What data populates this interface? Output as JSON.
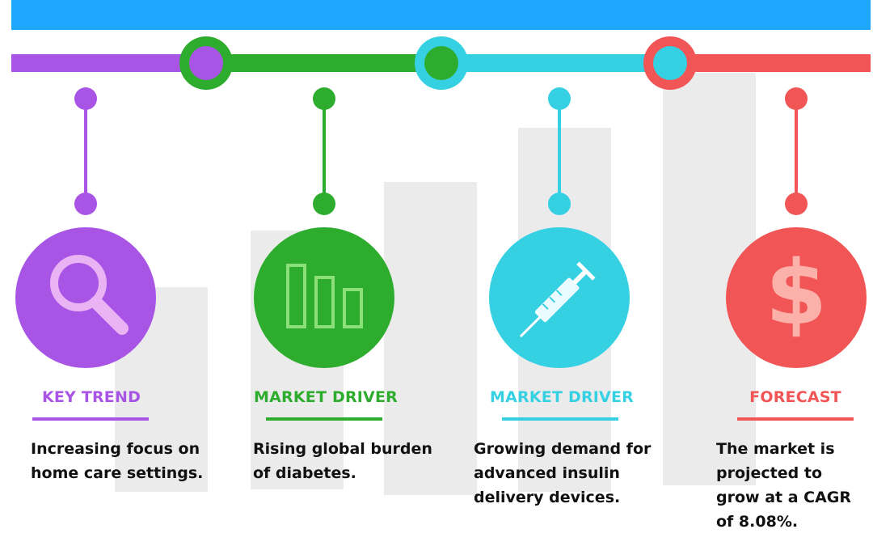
{
  "colors": {
    "header": "#1ea7fd",
    "purple": "#a855e6",
    "green": "#2eac2e",
    "cyan": "#35d1e2",
    "red": "#f15555",
    "bg_bars": "#ebebeb"
  },
  "items": [
    {
      "title": "KEY TREND",
      "icon": "magnifier-icon",
      "color": "#a855e6",
      "text": "Increasing focus on\nhome care settings."
    },
    {
      "title": "MARKET DRIVER",
      "icon": "bar-chart-icon",
      "color": "#2eac2e",
      "text": "Rising global burden\nof diabetes."
    },
    {
      "title": "MARKET DRIVER",
      "icon": "syringe-icon",
      "color": "#35d1e2",
      "text": "Growing demand for\nadvanced insulin\ndelivery devices."
    },
    {
      "title": "FORECAST",
      "icon": "dollar-sign-icon",
      "color": "#f15555",
      "text": "The market is\nprojected to\ngrow at a CAGR\nof 8.08%."
    }
  ]
}
